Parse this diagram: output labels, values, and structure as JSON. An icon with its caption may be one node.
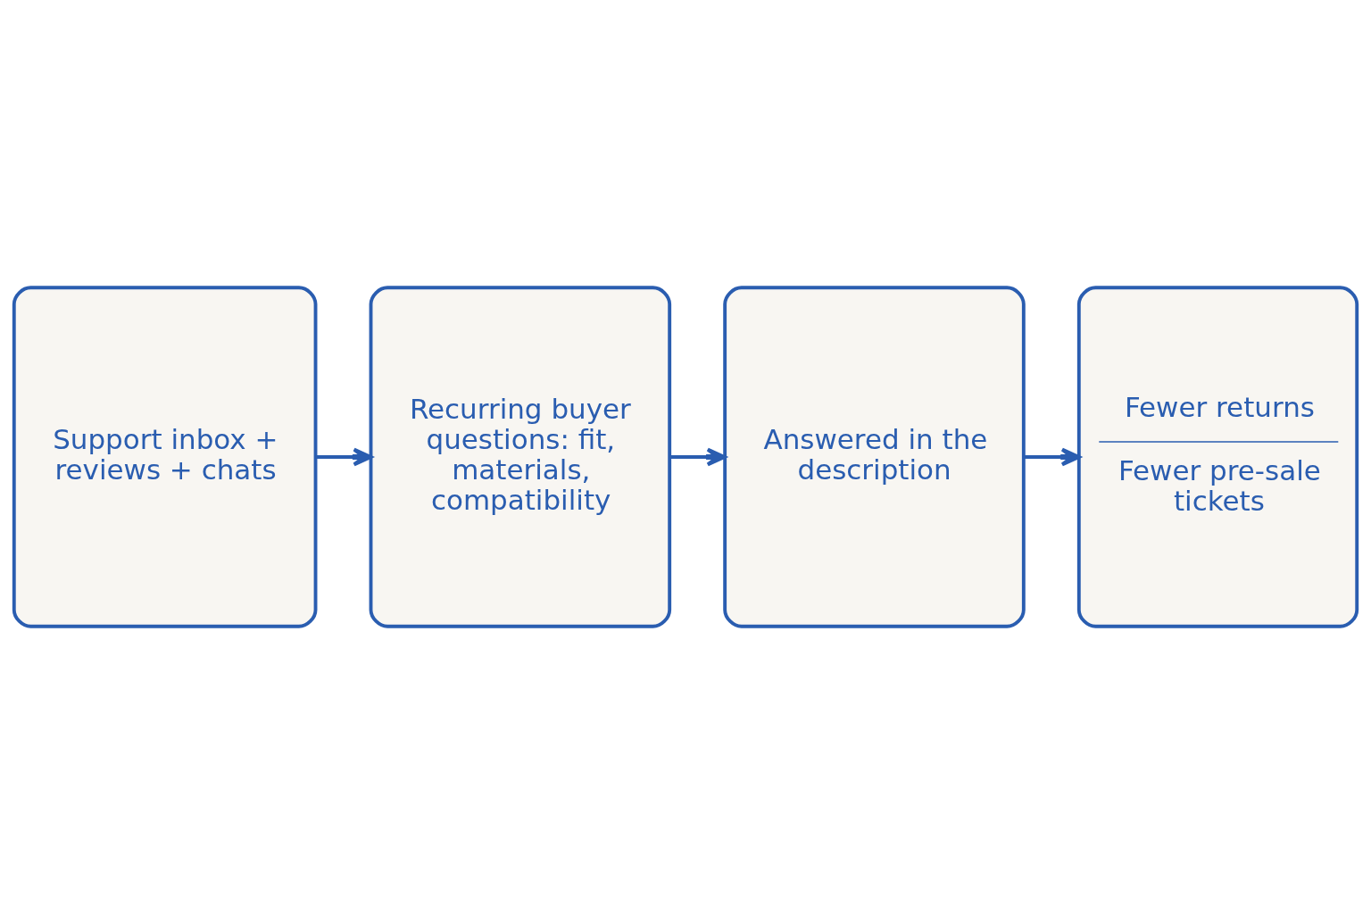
{
  "diagram": {
    "nodes": [
      {
        "text": [
          "Support inbox + reviews + chats"
        ]
      },
      {
        "text": [
          "Recurring buyer questions: fit, materials, compatibility"
        ]
      },
      {
        "text": [
          "Answered in the description"
        ]
      },
      {
        "text": [
          "Fewer returns",
          "Fewer pre-sale tickets"
        ]
      }
    ],
    "edges": [
      {
        "from": 0,
        "to": 1,
        "arrow": "to"
      },
      {
        "from": 1,
        "to": 2,
        "arrow": "to"
      },
      {
        "from": 2,
        "to": 3,
        "arrow": "to"
      }
    ]
  }
}
